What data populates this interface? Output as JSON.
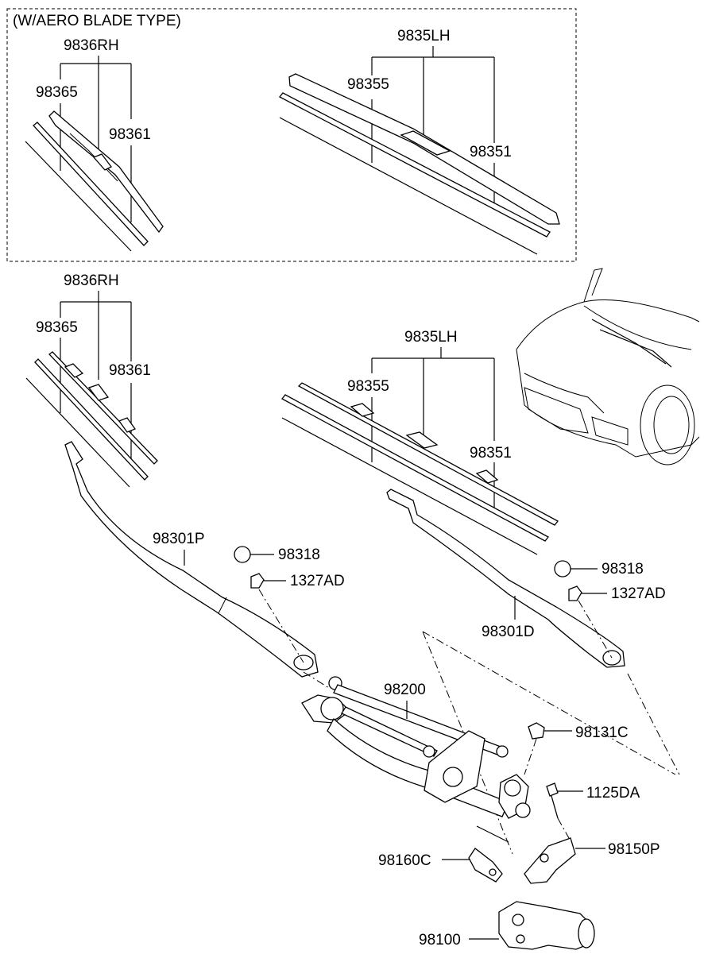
{
  "section_title": "(W/AERO BLADE TYPE)",
  "aero": {
    "rh": {
      "assembly": "9836RH",
      "part_a": "98365",
      "part_b": "98361"
    },
    "lh": {
      "assembly": "9835LH",
      "part_a": "98355",
      "part_b": "98351"
    }
  },
  "standard": {
    "rh": {
      "assembly": "9836RH",
      "part_a": "98365",
      "part_b": "98361"
    },
    "lh": {
      "assembly": "9835LH",
      "part_a": "98355",
      "part_b": "98351"
    }
  },
  "arms": {
    "rh_arm": "98301P",
    "lh_arm": "98301D",
    "cap_rh": "98318",
    "nut_rh": "1327AD",
    "cap_lh": "98318",
    "nut_lh": "1327AD"
  },
  "linkage": {
    "link_assembly": "98200",
    "cap": "98131C",
    "bolt": "1125DA",
    "bracket": "98150P",
    "bracket_small": "98160C",
    "motor": "98100"
  }
}
